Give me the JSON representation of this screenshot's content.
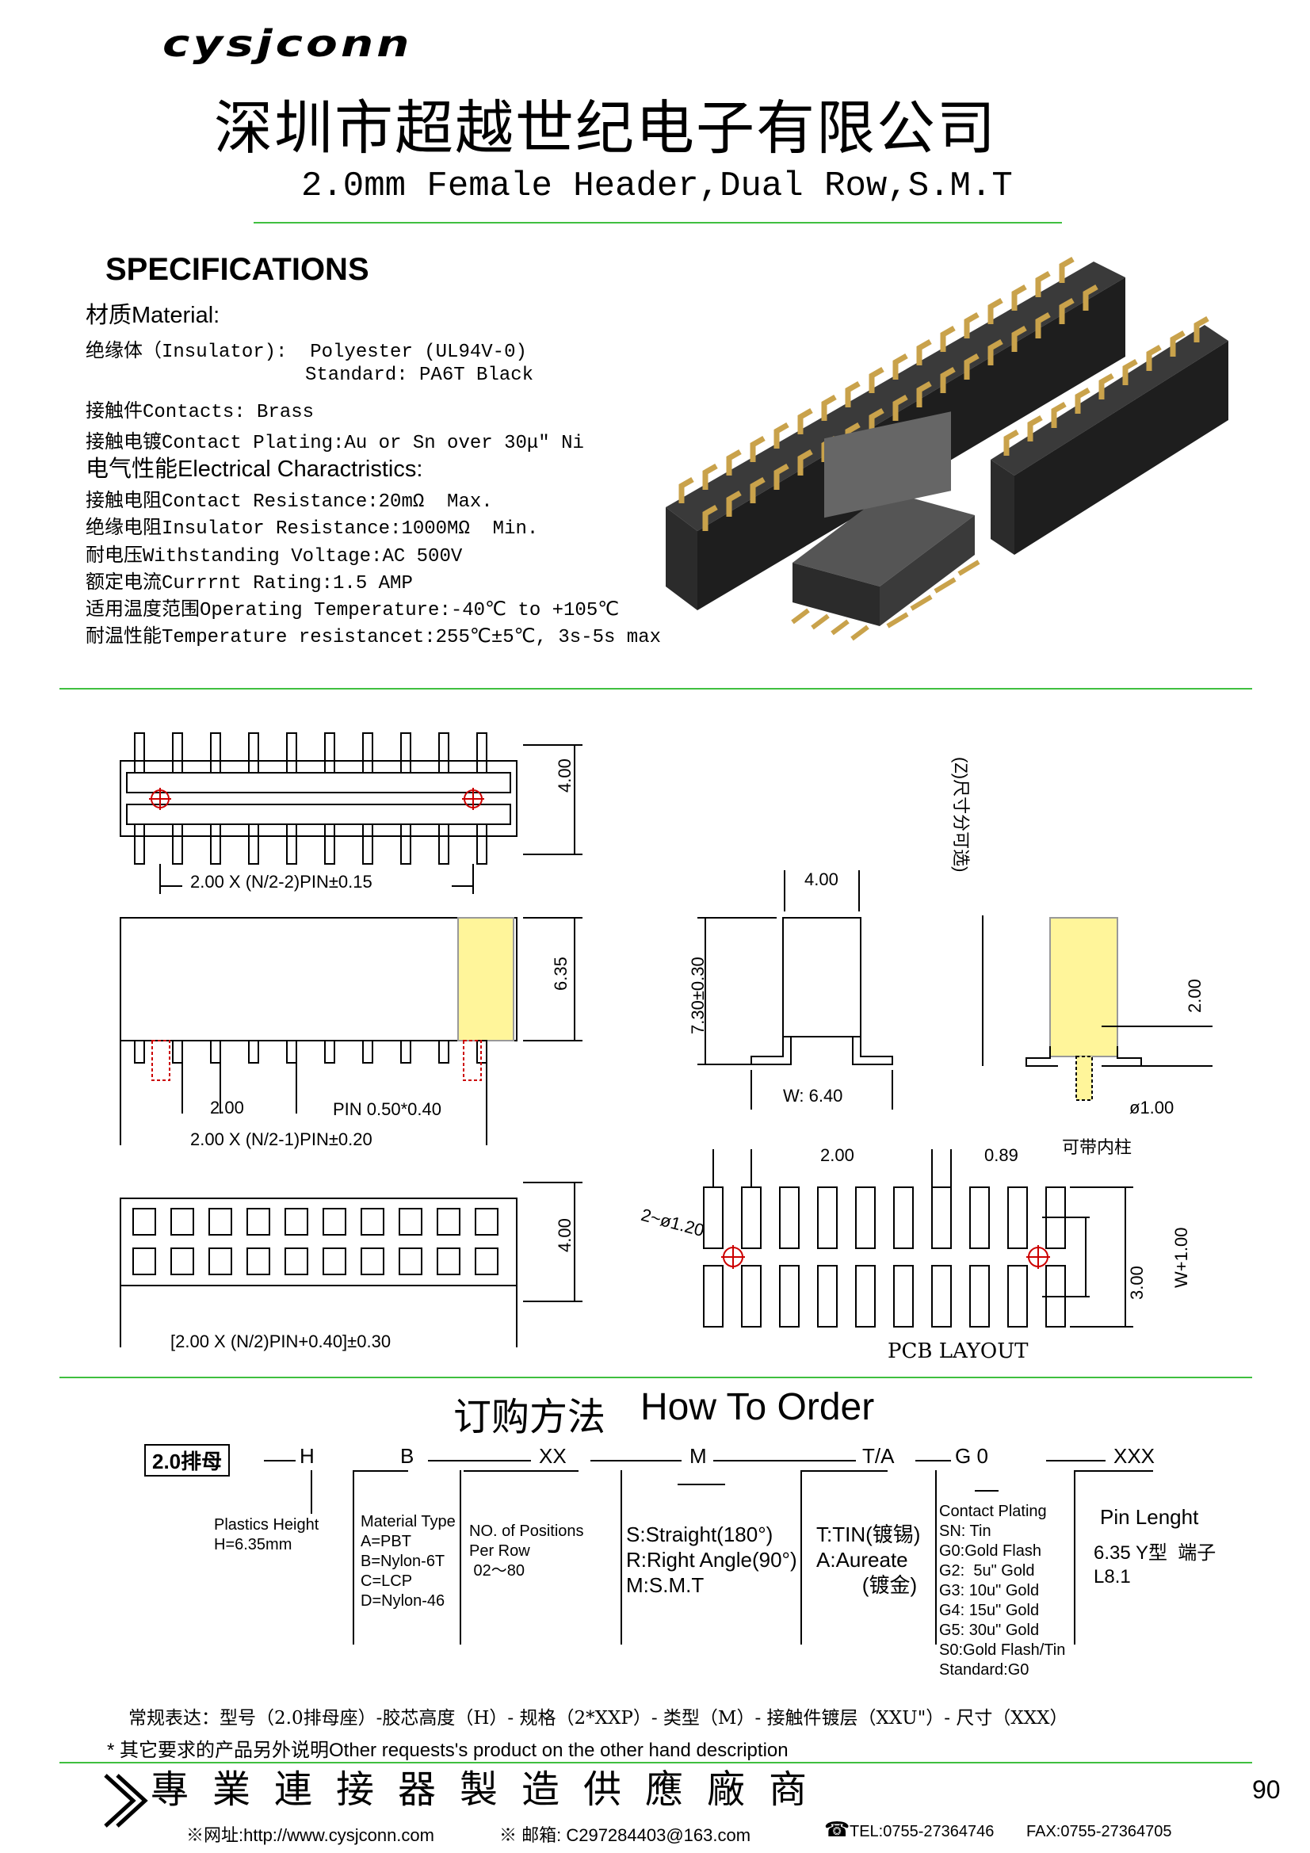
{
  "header": {
    "logo": "cysjconn",
    "company_cn": "深圳市超越世纪电子有限公司",
    "product_title": "2.0mm Female Header,Dual Row,S.M.T"
  },
  "specs": {
    "heading": "SPECIFICATIONS",
    "material_label": "材质Material:",
    "insulator": "绝缘体（Insulator):  Polyester (UL94V-0)",
    "standard": "Standard: PA6T Black",
    "contacts": "接触件Contacts: Brass",
    "plating": "接触电镀Contact Plating:Au or Sn over 30μ\" Ni",
    "electrical_label": "电气性能Electrical Charactristics:",
    "contact_resistance": "接触电阻Contact Resistance:20mΩ  Max.",
    "insulator_resistance": "绝缘电阻Insulator Resistance:1000MΩ  Min.",
    "withstanding": "耐电压Withstanding Voltage:AC 500V",
    "current": "额定电流Currrnt Rating:1.5 AMP",
    "operating_temp": "适用温度范围Operating Temperature:-40℃ to +105℃",
    "temp_resistance": "耐温性能Temperature resistancet:255℃±5℃, 3s-5s max"
  },
  "drawing": {
    "dim_top_height": "4.00",
    "dim_top_pitch": "2.00 X (N/2-2)PIN±0.15",
    "dim_side_height": "6.35",
    "dim_pitch": "2.00",
    "dim_pin": "PIN 0.50*0.40",
    "dim_side_pitch": "2.00 X (N/2-1)PIN±0.20",
    "dim_bottom_height": "4.00",
    "dim_overall": "[2.00 X (N/2)PIN+0.40]±0.30",
    "end_width": "4.00",
    "end_height": "7.30±0.30",
    "end_w": "W: 6.40",
    "side_note": "(Z)尺寸分可选)",
    "side_dim": "2.00",
    "side_dia": "ø1.00",
    "post_note": "可带内柱",
    "pcb_pitch": "2.00",
    "pcb_pad": "0.89",
    "pcb_holes": "2~ø1.20",
    "pcb_row": "3.00",
    "pcb_w": "W+1.00",
    "pcb_label": "PCB LAYOUT"
  },
  "order": {
    "heading_cn": "订购方法",
    "heading_en": "How To Order",
    "series": "2.0排母",
    "codes": [
      "H",
      "B",
      "XX",
      "M",
      "T/A",
      "G 0",
      "XXX"
    ],
    "plastics": "Plastics Height\nH=6.35mm",
    "material": "Material Type\nA=PBT\nB=Nylon-6T\nC=LCP\nD=Nylon-46",
    "positions": "NO. of Positions\nPer Row\n 02～80",
    "type": "S:Straight(180°)\nR:Right Angle(90°)\nM:S.M.T",
    "tin": "T:TIN(镀锡)\nA:Aureate\n        (镀金)",
    "contact_plating": "Contact Plating\nSN: Tin\nG0:Gold Flash\nG2:  5u\" Gold\nG3: 10u\" Gold\nG4: 15u\" Gold\nG5: 30u\" Gold\nS0:Gold Flash/Tin\nStandard:G0",
    "pin_length": "Pin Lenght",
    "pin_value": "6.35 Y型  端子\nL8.1",
    "example": "常规表达：型号（2.0排母座）-胶芯高度（H）- 规格（2*XXP）- 类型（M）- 接触件镀层（XXU\"）- 尺寸（XXX）",
    "note": "* 其它要求的产品另外说明Other requests's product on the other hand description"
  },
  "footer": {
    "slogan": "專業連接器製造供應廠商",
    "page": "90",
    "website": "※网址:http://www.cysjconn.com",
    "email": "※ 邮箱: C297284403@163.com",
    "tel": "TEL:0755-27364746",
    "fax": "FAX:0755-27364705"
  }
}
